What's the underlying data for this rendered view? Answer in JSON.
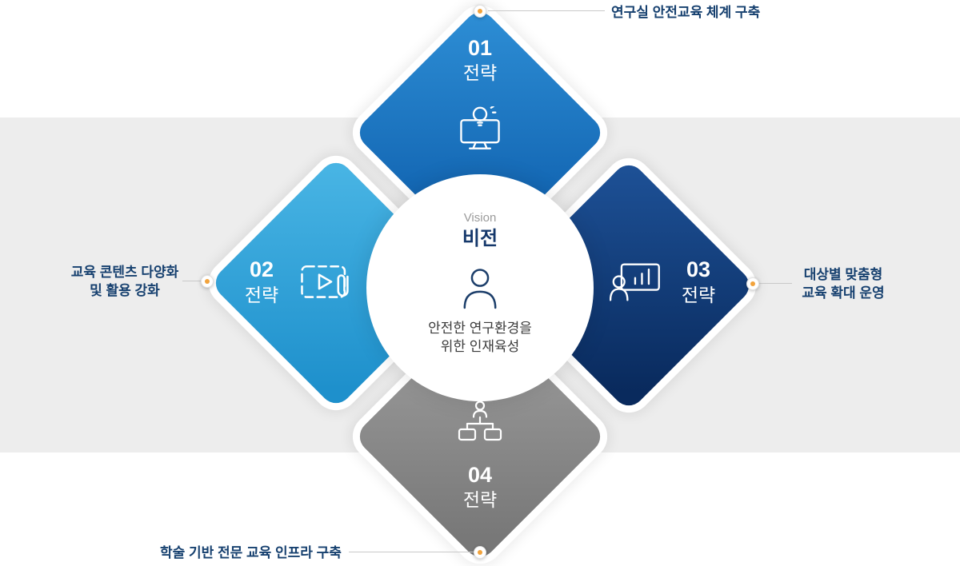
{
  "center": {
    "vision_en": "Vision",
    "vision_ko": "비전",
    "description": "안전한 연구환경을\n위한 인재육성"
  },
  "strategies": {
    "s01": {
      "number": "01",
      "label": "전략",
      "callout": "연구실 안전교육 체계 구축",
      "icon": "monitor-lightbulb-icon",
      "color": "#1575c3",
      "position": "top"
    },
    "s02": {
      "number": "02",
      "label": "전략",
      "callout": "교육 콘텐츠 다양화\n및 활용 강화",
      "icon": "video-clip-icon",
      "color": "#2f9fd8",
      "position": "left"
    },
    "s03": {
      "number": "03",
      "label": "전략",
      "callout": "대상별 맞춤형\n교육 확대 운영",
      "icon": "presenter-chart-icon",
      "color": "#123c7d",
      "position": "right"
    },
    "s04": {
      "number": "04",
      "label": "전략",
      "callout": "학술 기반 전문 교육 인프라 구축",
      "icon": "org-hierarchy-icon",
      "color": "#8b8b8b",
      "position": "bottom"
    }
  },
  "colors": {
    "callout_text": "#16406f",
    "dot_accent": "#f2a33c",
    "connector_line": "#c9c9c9",
    "band_background": "#ededed",
    "vision_navy": "#15386b"
  }
}
